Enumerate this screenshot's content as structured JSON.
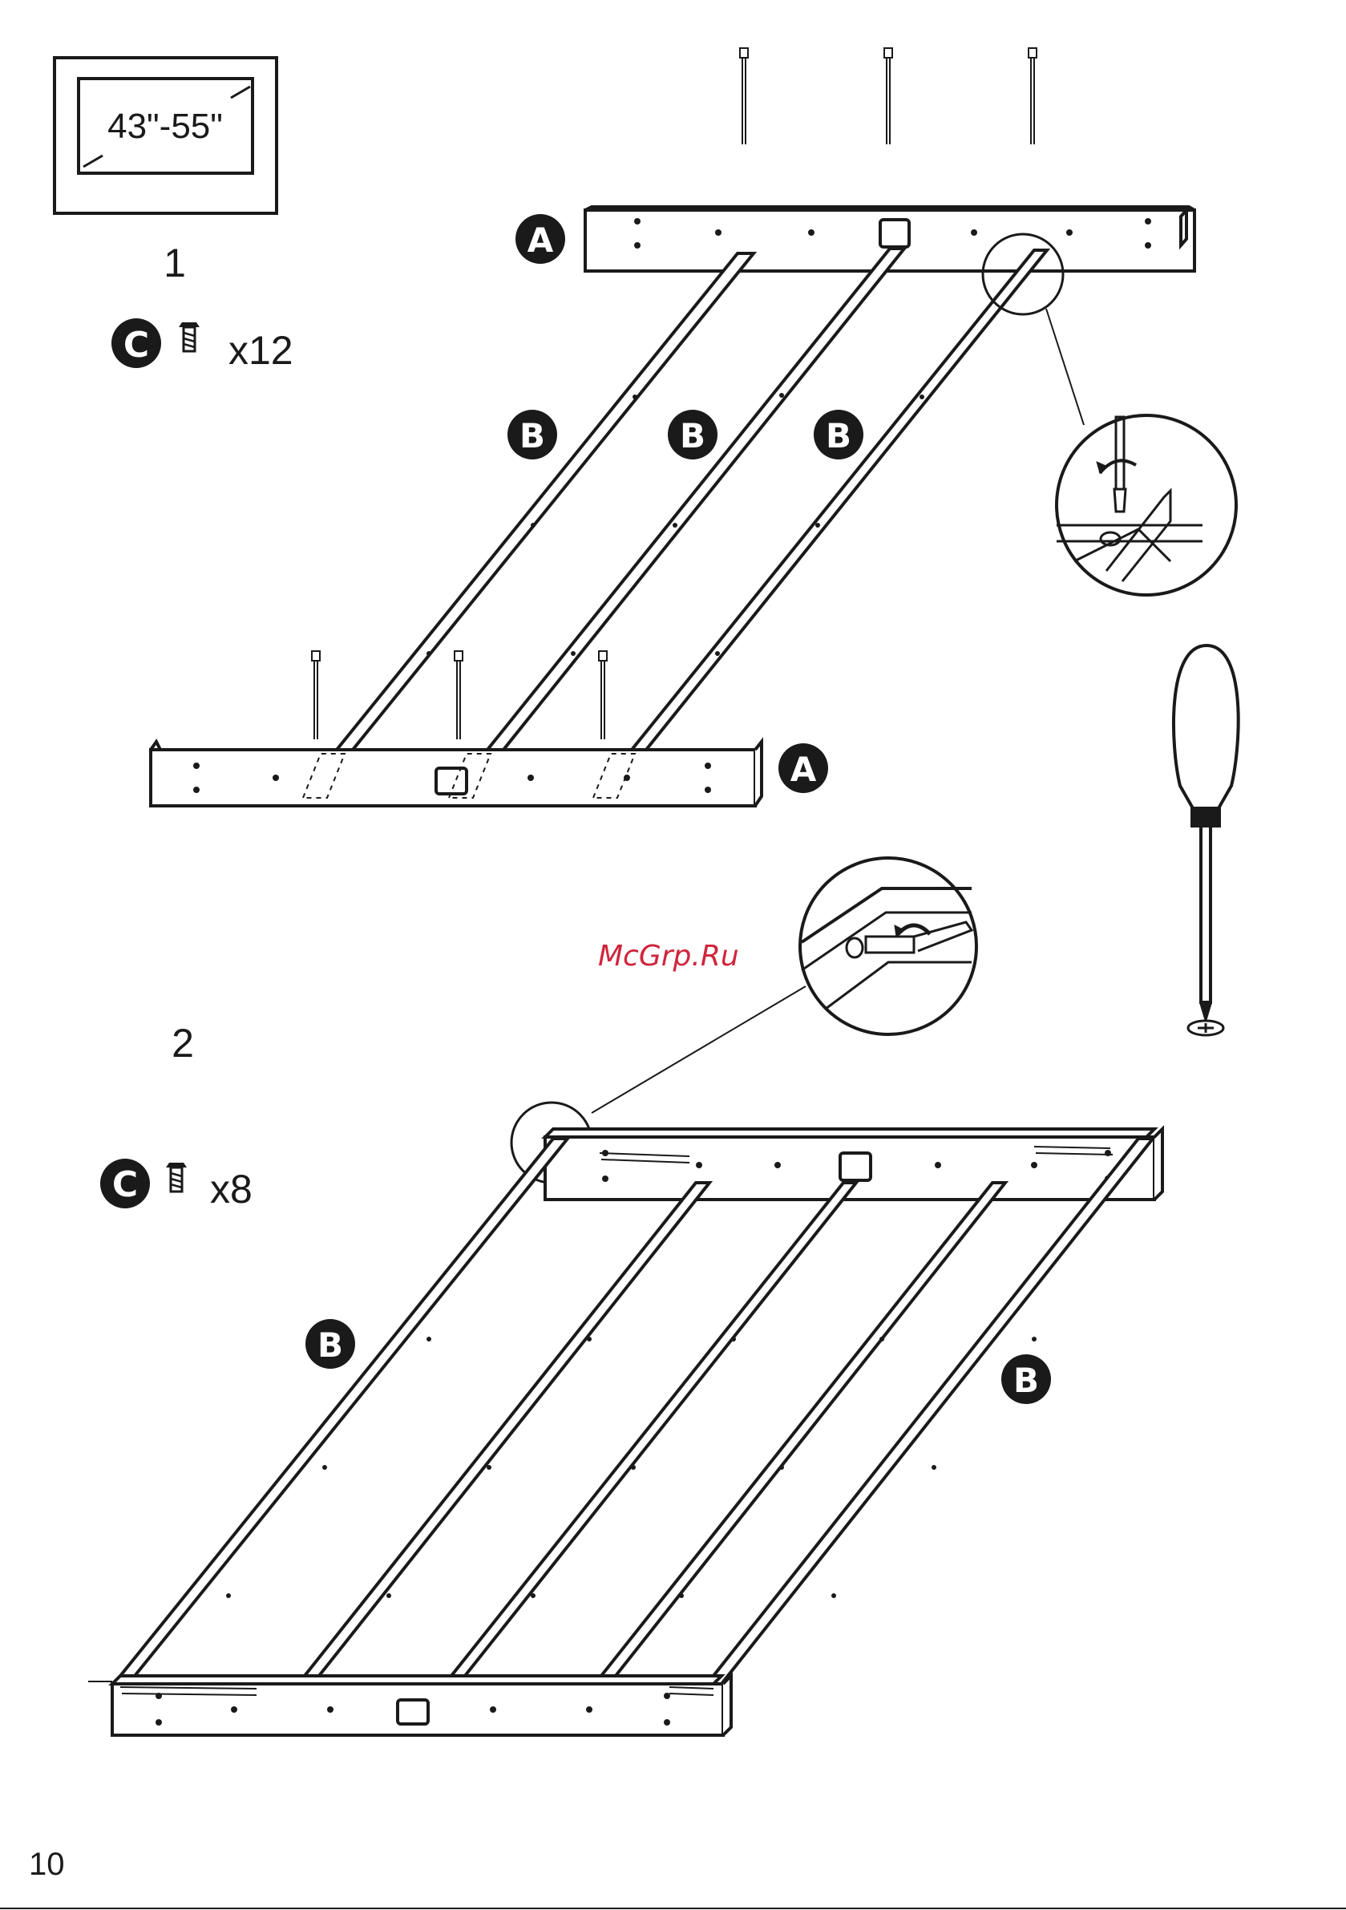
{
  "tv_size": "43\"-55\"",
  "step1": {
    "number": "1",
    "part": "C",
    "quantity": "x12"
  },
  "step2": {
    "number": "2",
    "part": "C",
    "quantity": "x8"
  },
  "labels": {
    "rail": "A",
    "slat": "B"
  },
  "watermark": "McGrp.Ru",
  "page_number": "10",
  "colors": {
    "ink": "#1a1a1a",
    "watermark": "#d0253c"
  }
}
